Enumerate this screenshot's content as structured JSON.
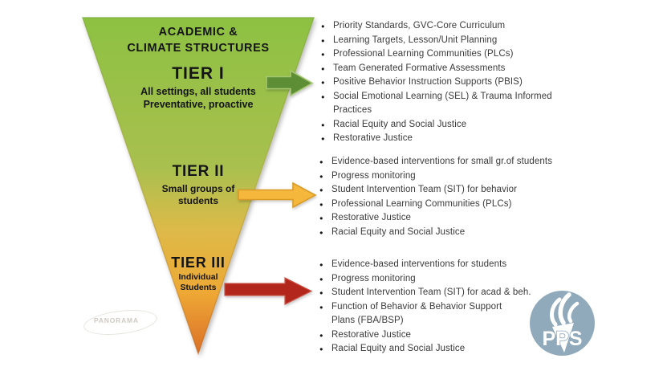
{
  "funnel": {
    "header": {
      "line1": "ACADEMIC &",
      "line2": "CLIMATE STRUCTURES"
    },
    "tier1": {
      "title": "TIER I",
      "line1": "All settings, all students",
      "line2": "Preventative, proactive"
    },
    "tier2": {
      "title": "TIER II",
      "line1": "Small groups of",
      "line2": "students"
    },
    "tier3": {
      "title": "TIER III",
      "line1": "Individual",
      "line2": "Students"
    }
  },
  "lists": {
    "tier1": {
      "items": [
        "Priority Standards, GVC-Core Curriculum",
        "Learning Targets, Lesson/Unit Planning",
        "Professional Learning Communities (PLCs)",
        "Team Generated Formative Assessments",
        "Positive Behavior Instruction Supports (PBIS)",
        "Social Emotional Learning (SEL) & Trauma Informed\nPractices",
        "Racial Equity and Social Justice",
        "Restorative Justice"
      ]
    },
    "tier2": {
      "items": [
        "Evidence-based interventions for small gr.of students",
        "Progress monitoring",
        "Student Intervention Team (SIT) for behavior",
        "Professional Learning Communities (PLCs)",
        "Restorative Justice",
        "Racial Equity and Social Justice"
      ]
    },
    "tier3": {
      "items": [
        "Evidence-based interventions for students",
        "Progress monitoring",
        "Student Intervention Team (SIT) for acad & beh.",
        "Function of Behavior & Behavior Support\nPlans (FBA/BSP)",
        "Restorative Justice",
        "Racial Equity and Social Justice"
      ]
    }
  },
  "watermark": {
    "text": "PANORAMA"
  },
  "logo": {
    "text": "PPS"
  },
  "colors": {
    "funnel_top": "#8DC142",
    "funnel_upper": "#A9C04F",
    "funnel_mid": "#DDBA49",
    "funnel_lower": "#EEA834",
    "funnel_tip": "#DB7029",
    "arrow_tier1": "#5D8E35",
    "arrow_tier2": "#F5B83C",
    "arrow_tier3": "#B3281E",
    "logo_circle": "#90A9BB",
    "list_text": "#3A3A3A"
  }
}
